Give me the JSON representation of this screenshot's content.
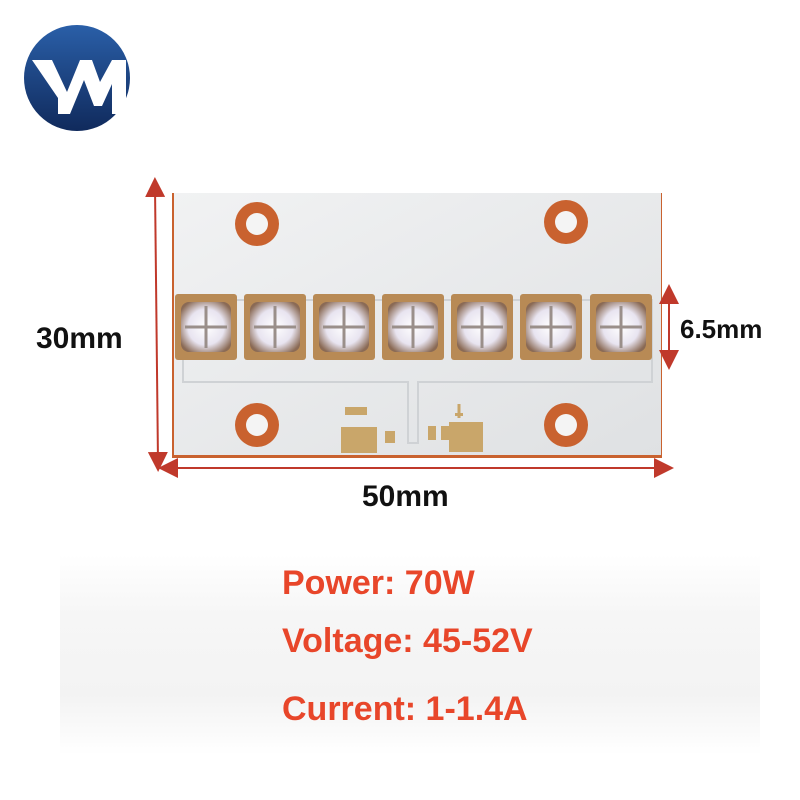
{
  "brand": {
    "logo_text": "YM",
    "logo_icon": "ym-logo"
  },
  "dimensions": {
    "height": "30mm",
    "width": "50mm",
    "led_size": "6.5mm"
  },
  "board": {
    "led_count": 7,
    "mounting_holes": 4,
    "colors": {
      "board": "#e9ebec",
      "copper": "#c9622f",
      "arrow": "#c0392b",
      "spec_text": "#e8462a",
      "logo_blue": "#1f3b7a"
    }
  },
  "specs": {
    "power": "Power: 70W",
    "voltage": "Voltage: 45-52V",
    "current": "Current: 1-1.4A"
  }
}
